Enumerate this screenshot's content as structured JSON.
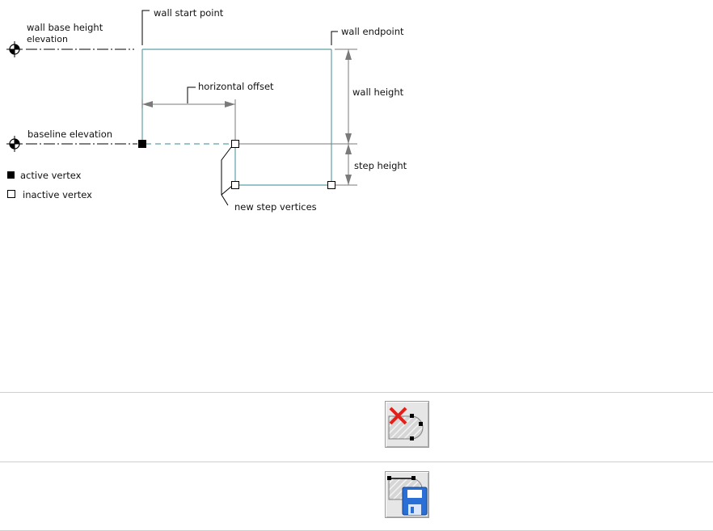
{
  "diagram": {
    "labels": {
      "wall_start_point": "wall start point",
      "wall_base_height_line1": "wall base height",
      "wall_base_height_line2": "elevation",
      "wall_endpoint": "wall endpoint",
      "horizontal_offset": "horizontal offset",
      "wall_height": "wall height",
      "baseline_elevation": "baseline elevation",
      "step_height": "step height",
      "new_step_vertices": "new step vertices"
    },
    "legend": [
      {
        "symbol": "filled-square",
        "label": "active vertex"
      },
      {
        "symbol": "hollow-square",
        "label": "inactive vertex"
      }
    ],
    "colors": {
      "wall_outline": "#5fa0a8",
      "dimension": "#7a7a7a",
      "leader": "#000000",
      "text": "#111111"
    }
  },
  "tools": [
    {
      "icon": "remove-vertex-icon"
    },
    {
      "icon": "save-step-icon"
    }
  ]
}
